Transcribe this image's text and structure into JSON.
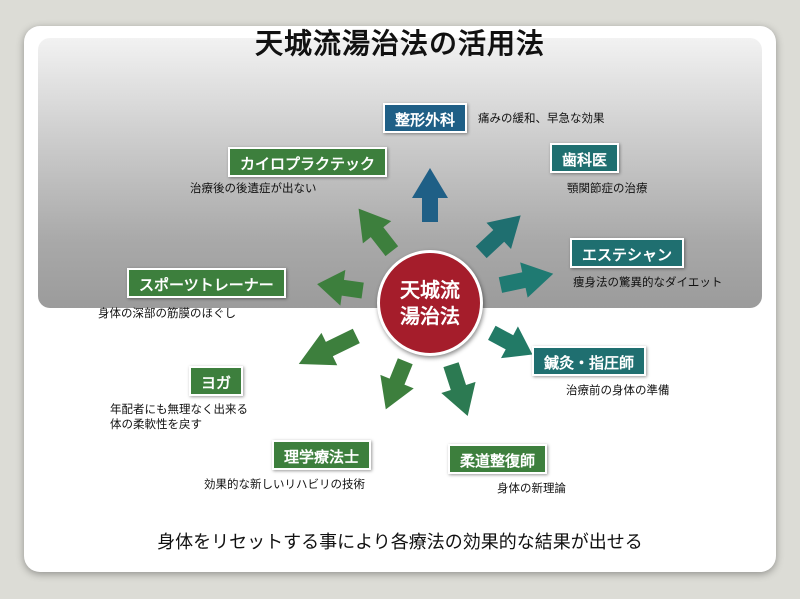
{
  "title": "天城流湯治法の活用法",
  "center": {
    "line1": "天城流",
    "line2": "湯治法"
  },
  "nodes": [
    {
      "id": "orthopedics",
      "label": "整形外科",
      "desc": "痛みの緩和、早急な効果"
    },
    {
      "id": "dentistry",
      "label": "歯科医",
      "desc": "顎関節症の治療"
    },
    {
      "id": "esthetician",
      "label": "エステシャン",
      "desc": "痩身法の驚異的なダイエット"
    },
    {
      "id": "acupuncture",
      "label": "鍼灸・指圧師",
      "desc": "治療前の身体の準備"
    },
    {
      "id": "judo-therapist",
      "label": "柔道整復師",
      "desc": "身体の新理論"
    },
    {
      "id": "physiotherapist",
      "label": "理学療法士",
      "desc": "効果的な新しいリハビリの技術"
    },
    {
      "id": "yoga",
      "label": "ヨガ",
      "desc_line1": "年配者にも無理なく出来る",
      "desc_line2": "体の柔軟性を戻す"
    },
    {
      "id": "sports-trainer",
      "label": "スポーツトレーナー",
      "desc": "身体の深部の筋膜のほぐし"
    },
    {
      "id": "chiropractic",
      "label": "カイロプラクテック",
      "desc": "治療後の後遺症が出ない"
    }
  ],
  "footer": "身体をリセットする事により各療法の効果的な結果が出せる",
  "colors": {
    "blue": "#1f5f86",
    "teal": "#1f6f70",
    "green": "#3d7f3d",
    "center": "#a51d2b"
  }
}
